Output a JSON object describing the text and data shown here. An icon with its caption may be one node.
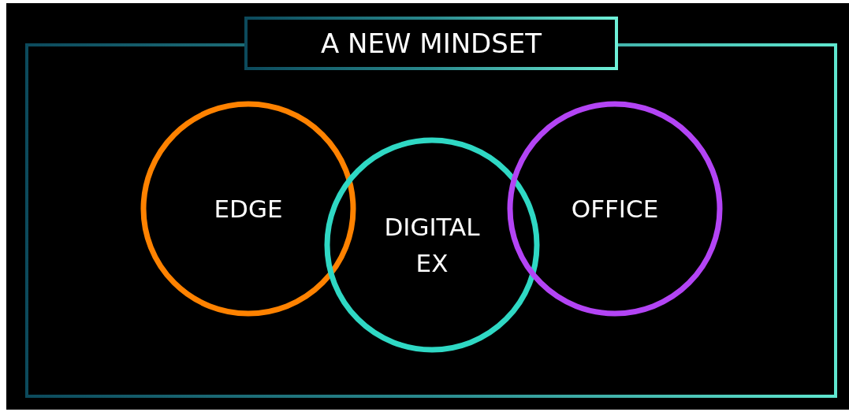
{
  "diagram": {
    "nodes": [
      {
        "text": [
          "A NEW MINDSET"
        ]
      },
      {
        "text": [
          "EDGE"
        ],
        "in": 0
      },
      {
        "text": [
          "DIGITAL EX"
        ],
        "in": 0
      },
      {
        "text": [
          "OFFICE"
        ],
        "in": 0
      }
    ]
  }
}
